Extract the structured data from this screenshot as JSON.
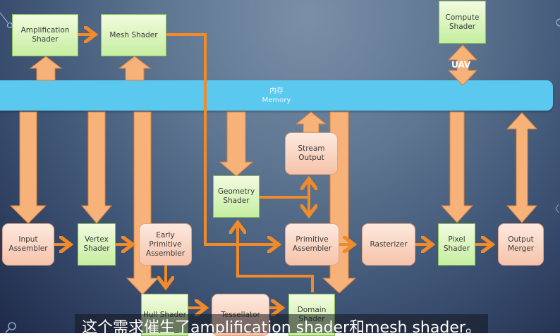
{
  "diagram": {
    "memory": {
      "label_cn": "内存",
      "label_en": "Memory",
      "color": "#5ac8ef"
    },
    "uav_label": "UAV",
    "nodes": {
      "amplification_shader": "Amplification Shader",
      "mesh_shader": "Mesh Shader",
      "compute_shader": "Compute Shader",
      "input_assembler": "Input Assembler",
      "vertex_shader": "Vertex Shader",
      "early_primitive_assembler": "Early Primitive Assembler",
      "geometry_shader": "Geometry Shader",
      "stream_output": "Stream Output",
      "primitive_assembler": "Primitive Assembler",
      "rasterizer": "Rasterizer",
      "pixel_shader": "Pixel Shader",
      "output_merger": "Output Merger",
      "hull_shader": "Hull Shader",
      "tessellator": "Tessellator",
      "domain_shader": "Domain Shader"
    },
    "colors": {
      "shader_stage": "#c6eea0",
      "fixed_stage": "#f6c3aa",
      "arrow_thin": "#f08a2a",
      "arrow_thick": "#f7b27a"
    }
  },
  "subtitle": "这个需求催生了amplification shader和mesh shader。"
}
